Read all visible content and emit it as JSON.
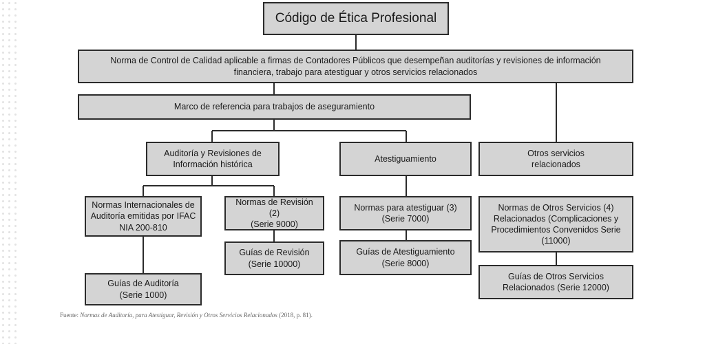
{
  "diagram": {
    "title": "Código de Ética Profesional",
    "quality_control": "Norma de Control de Calidad aplicable a firmas de Contadores Públicos que desempeñan auditorías y revisiones de información\nfinanciera, trabajo para atestiguar y otros servicios relacionados",
    "framework": "Marco de referencia para trabajos de aseguramiento",
    "audit_reviews": "Auditoría y Revisiones de\nInformación histórica",
    "attestation": "Atestiguamiento",
    "other_services": "Otros servicios\nrelacionados",
    "nia": "Normas Internacionales de\nAuditoría emitidas por IFAC\nNIA 200-810",
    "review_standards": "Normas de Revisión (2)\n(Serie 9000)",
    "review_guides": "Guías de Revisión\n(Serie 10000)",
    "audit_guides": "Guías de Auditoría\n(Serie 1000)",
    "attest_standards": "Normas para atestiguar (3)\n(Serie 7000)",
    "attest_guides": "Guías de Atestiguamiento\n(Serie 8000)",
    "other_standards": "Normas de Otros Servicios (4)\nRelacionados (Complicaciones y\nProcedimientos Convenidos Serie\n(11000)",
    "other_guides": "Guías de Otros Servicios\nRelacionados (Serie 12000)"
  },
  "source": {
    "prefix": "Fuente: ",
    "title": "Normas de Auditoría, para Atestiguar, Revisión y Otros Servicios Relacionados",
    "suffix": " (2018, p. 81)."
  }
}
